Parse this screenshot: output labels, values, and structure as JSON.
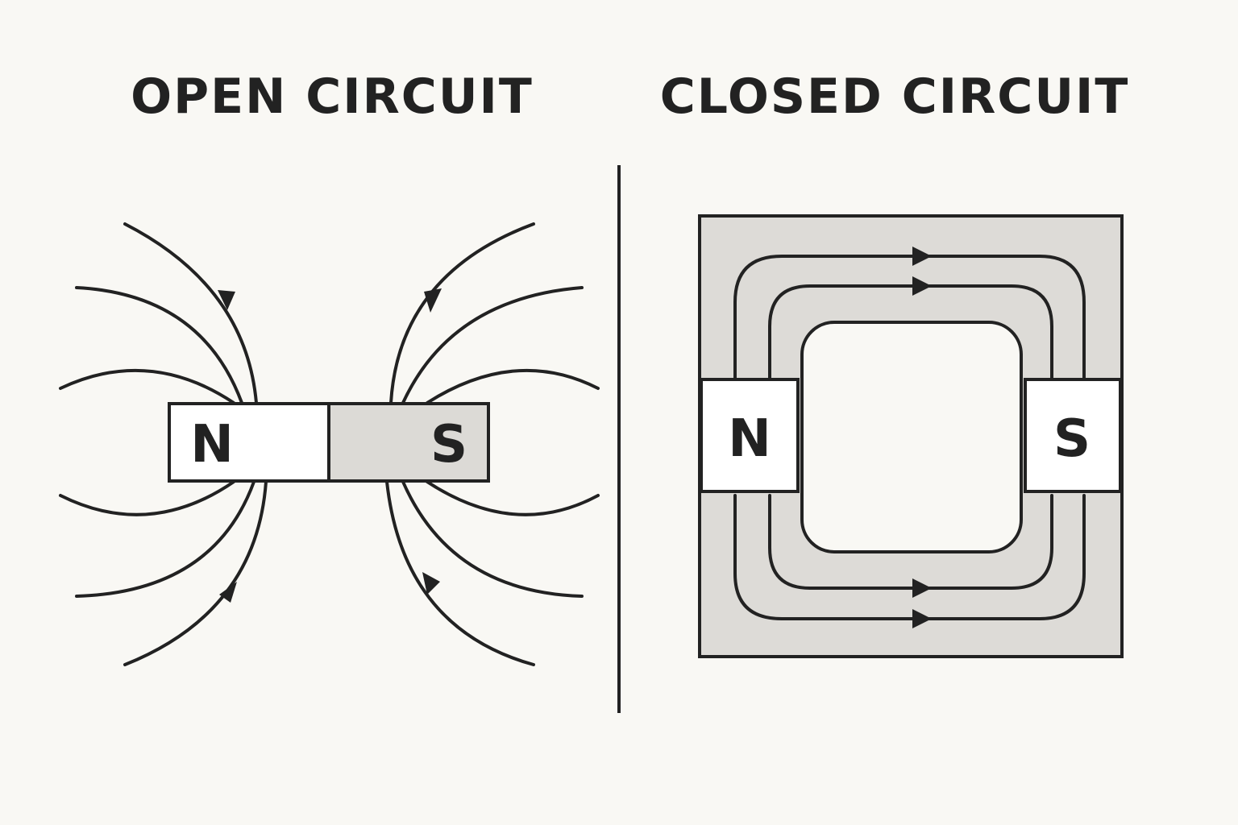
{
  "colors": {
    "background": "#f9f8f4",
    "ink": "#222222",
    "magnet_gray": "#dcdad6",
    "core_gray": "#dddbd7",
    "white": "#ffffff"
  },
  "open_circuit": {
    "title": "OPEN CIRCUIT",
    "north_label": "N",
    "south_label": "S"
  },
  "closed_circuit": {
    "title": "CLOSED CIRCUIT",
    "north_label": "N",
    "south_label": "S"
  },
  "icons": [
    "arrowhead-icon"
  ]
}
